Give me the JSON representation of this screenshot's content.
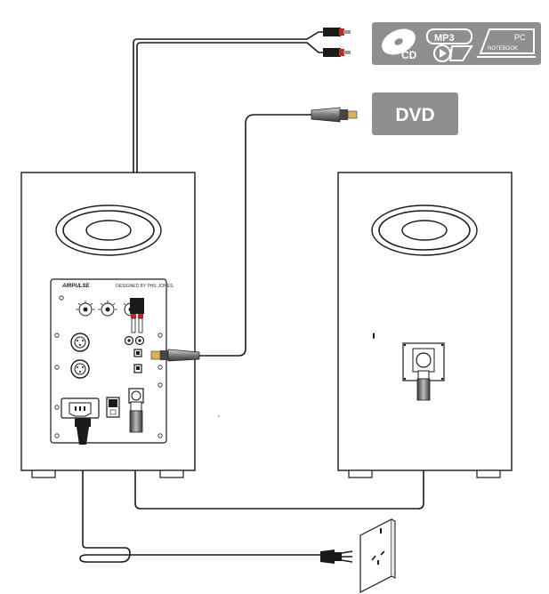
{
  "sources": {
    "cd_label": "CD",
    "mp3_label": "MP3",
    "pc_label": "PC",
    "notebook_label": "NOTEBOOK",
    "dvd_label": "DVD"
  },
  "speaker": {
    "brand": "AIRPULSE",
    "designer_text": "DESIGNED BY PHIL JONES"
  },
  "colors": {
    "badge_bg": "#8f8f8f",
    "badge_text": "#ffffff",
    "line": "#1a1a1a",
    "red_plug": "#c0262c"
  }
}
